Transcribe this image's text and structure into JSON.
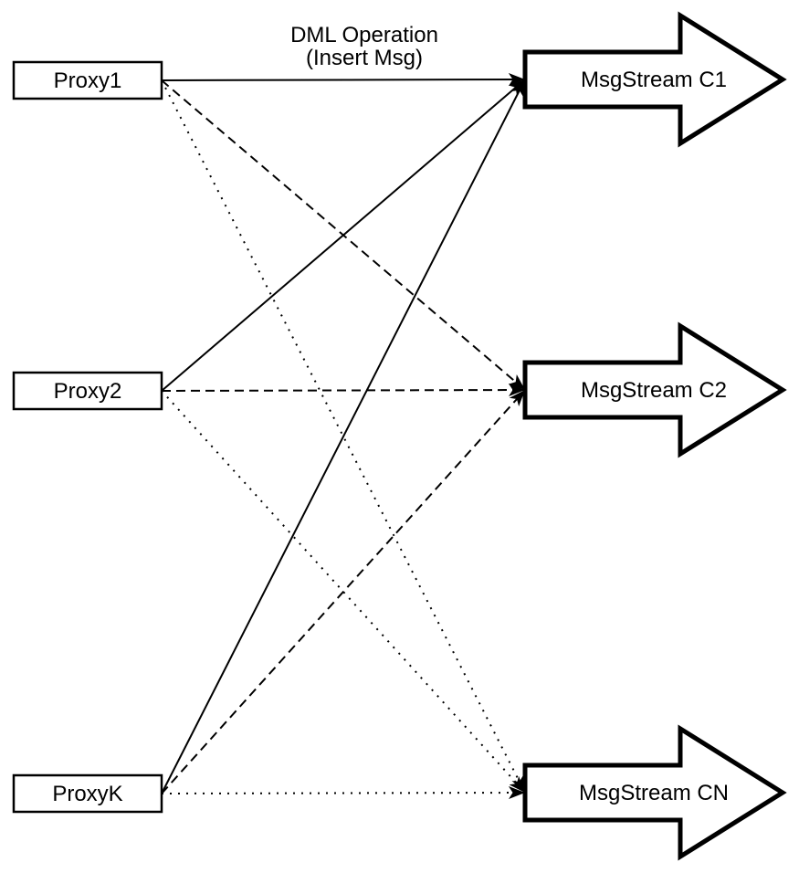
{
  "diagram": {
    "dml_label": {
      "line1": "DML Operation",
      "line2": "(Insert Msg)"
    },
    "proxies": [
      {
        "id": "proxy1",
        "label": "Proxy1"
      },
      {
        "id": "proxy2",
        "label": "Proxy2"
      },
      {
        "id": "proxyk",
        "label": "ProxyK"
      }
    ],
    "streams": [
      {
        "id": "c1",
        "label": "MsgStream C1"
      },
      {
        "id": "c2",
        "label": "MsgStream C2"
      },
      {
        "id": "cn",
        "label": "MsgStream CN"
      }
    ],
    "edges": [
      {
        "from": "proxy1",
        "to": "c1",
        "style": "solid",
        "label": "DML Operation (Insert Msg)"
      },
      {
        "from": "proxy1",
        "to": "c2",
        "style": "dashed",
        "label": ""
      },
      {
        "from": "proxy1",
        "to": "cn",
        "style": "dotted",
        "label": ""
      },
      {
        "from": "proxy2",
        "to": "c1",
        "style": "solid",
        "label": ""
      },
      {
        "from": "proxy2",
        "to": "c2",
        "style": "dashed",
        "label": ""
      },
      {
        "from": "proxy2",
        "to": "cn",
        "style": "dotted",
        "label": ""
      },
      {
        "from": "proxyk",
        "to": "c1",
        "style": "solid",
        "label": ""
      },
      {
        "from": "proxyk",
        "to": "c2",
        "style": "dashed",
        "label": ""
      },
      {
        "from": "proxyk",
        "to": "cn",
        "style": "dotted",
        "label": ""
      }
    ],
    "colors": {
      "line": "#000000",
      "shape_fill": "#ffffff",
      "background": "#ffffff"
    }
  }
}
